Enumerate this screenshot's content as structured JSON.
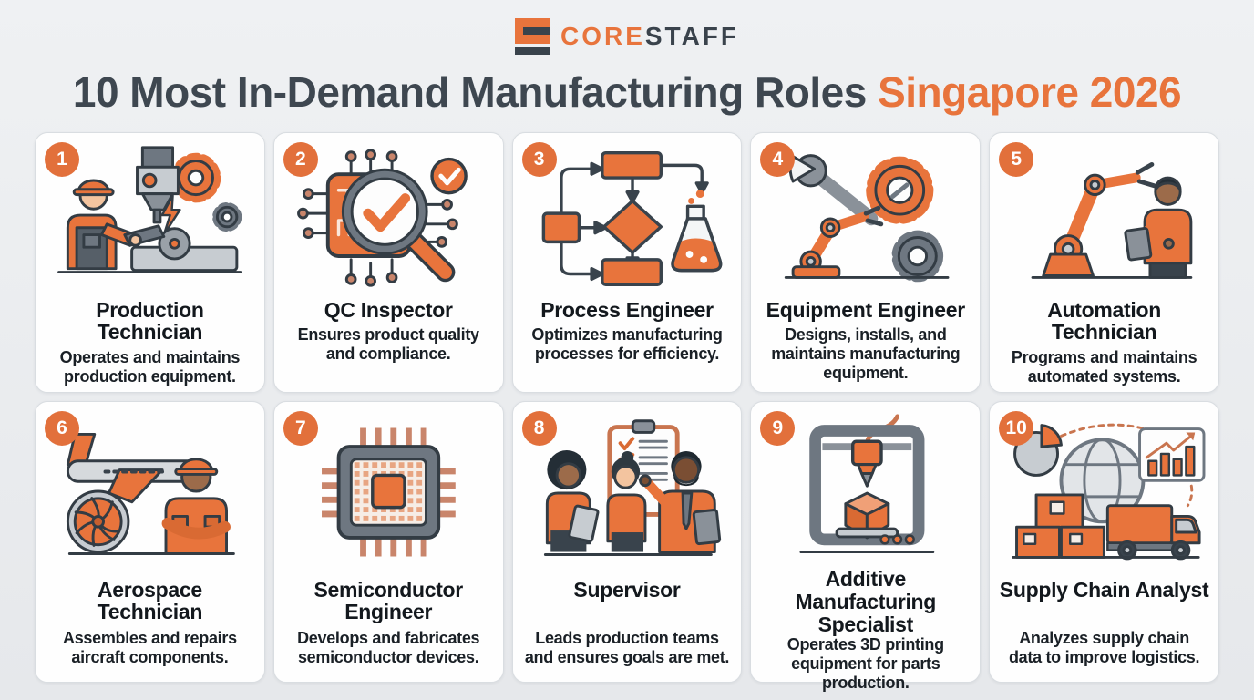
{
  "colors": {
    "accent_orange": "#E8743C",
    "heading_dark": "#3E4750",
    "page_background": "#E9EBED",
    "card_background": "#FEFEFE",
    "badge_orange": "#E2703B"
  },
  "header": {
    "logo": {
      "icon": "corestaff-logo-icon",
      "core": "CORE",
      "staff": "STAFF"
    },
    "title_main": "10 Most In-Demand Manufacturing Roles",
    "title_highlight": "Singapore 2026"
  },
  "cards": [
    {
      "number": "1",
      "title": "Production Technician",
      "description": "Operates and maintains production equipment.",
      "illustration": "worker-at-machine-illustration"
    },
    {
      "number": "2",
      "title": "QC Inspector",
      "description": "Ensures product quality and compliance.",
      "illustration": "magnifier-checkmark-chip-illustration"
    },
    {
      "number": "3",
      "title": "Process Engineer",
      "description": "Optimizes manufacturing processes for efficiency.",
      "illustration": "flowchart-flask-illustration"
    },
    {
      "number": "4",
      "title": "Equipment Engineer",
      "description": "Designs, installs, and maintains manufacturing equipment.",
      "illustration": "wrench-gears-robot-arm-illustration"
    },
    {
      "number": "5",
      "title": "Automation Technician",
      "description": "Programs and maintains automated systems.",
      "illustration": "robot-arm-technician-tablet-illustration"
    },
    {
      "number": "6",
      "title": "Aerospace Technician",
      "description": "Assembles and repairs aircraft components.",
      "illustration": "airplane-jet-engine-worker-illustration"
    },
    {
      "number": "7",
      "title": "Semiconductor Engineer",
      "description": "Develops and fabricates semiconductor devices.",
      "illustration": "microchip-illustration"
    },
    {
      "number": "8",
      "title": "Supervisor",
      "description": "Leads production teams and ensures goals are met.",
      "illustration": "team-checklist-illustration"
    },
    {
      "number": "9",
      "title": "Additive Manufacturing Specialist",
      "description": "Operates 3D printing equipment for parts production.",
      "illustration": "3d-printer-cube-illustration"
    },
    {
      "number": "10",
      "title": "Supply Chain Analyst",
      "description": "Analyzes supply chain data to improve logistics.",
      "illustration": "globe-boxes-truck-charts-illustration"
    }
  ]
}
